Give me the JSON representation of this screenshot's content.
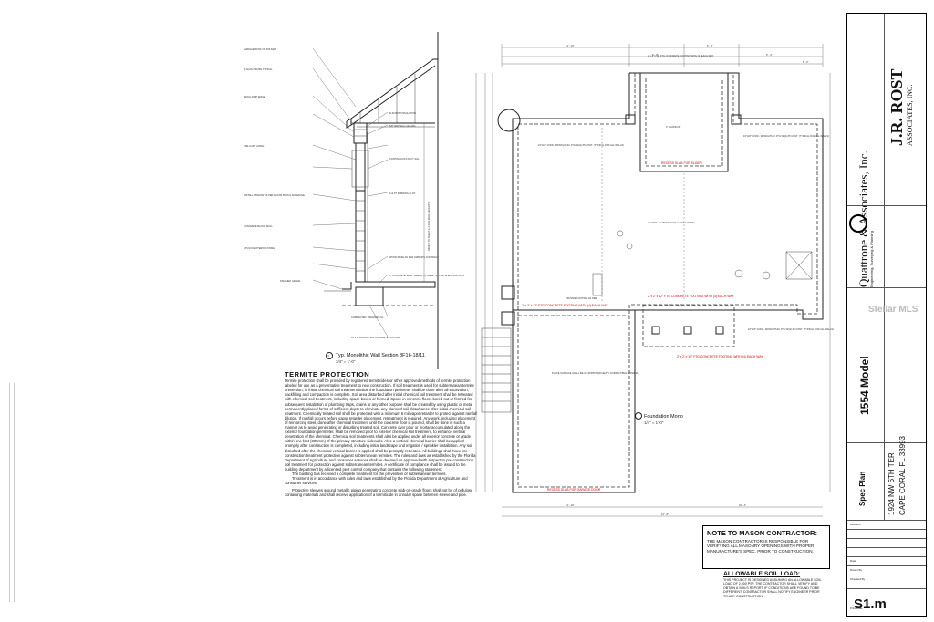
{
  "wall_section": {
    "title": "Typ. Monolithic Wall Section 8F16-18/11",
    "scale": "3/4\" = 1'-0\"",
    "number": "2",
    "notes_left": [
      "SHINGLE ROOF ON 30# FELT",
      "@ EACH TRUSS TYPICAL",
      "METAL DRIP EDGE",
      "PRE-CAST LINTEL",
      "INSTALL WINDOW AS PER FLOOR PLAN & SCHEDULE",
      "CONCRETE BLOCK WALL",
      "STUCCO EXTERIOR FINISH",
      "FINISHED GRADE"
    ],
    "notes_right": [
      "R-30 BATT INSULATION",
      "5/8\" DRYWALL CEILING",
      "CONTINUOUS 1X2 FT SILL",
      "1x2 PT FURRING @ 16\"",
      "WOOD BASE AS PER OWNER'S CONTRACT",
      "4\" CONCRETE SLAB - REFER TO SHEET S1 FOR SPECIFICATIONS",
      "COMPACTED, TREATED FILL",
      "16\"x 8\" MONOLITHIC CONCRETE FOOTING"
    ],
    "vertical_label": "REFER TO SHEET A-1 FOR WALL HEIGHTS"
  },
  "foundation_plan": {
    "title": "Foundation Mono",
    "scale": "1/4\" = 1'-0\"",
    "number": "1",
    "dims_top": [
      "21' - 10\"",
      "9' - 8\"",
      "6' - 0\"",
      "9' - 4\"",
      "8' - 0\""
    ],
    "dims_bottom": [
      "21' - 10\"",
      "12' - 8\"",
      "22' - 4\""
    ],
    "notes": [
      "16\"x18\" CONC. MONOLITHIC FTG W/(2) #5 CONT. (TYPICAL FOR ALL WALLS)",
      "2' x 2' x 12\" FTG CONCRETE FOOTING WITH (4) EACH WAY",
      "4\" CONC. SLAB W/6x6 W1.4 x W1.4 W.W.M.",
      "RECESS SLAB FOR GARAGE DOOR",
      "PLACE SURFACE SHALL BE OF APPROVED HEAVY COMPACTIBLE MATERIAL",
      "4\" SLOPE DN",
      "PROVIDE FOOTING AS PER"
    ],
    "red_notes": [
      "RECESS SLAB FOR SLIDER",
      "RECESS SLAB FOR GARAGE DOOR"
    ]
  },
  "termite": {
    "heading": "TERMITE     PROTECTION",
    "paragraphs": [
      "Termite protection shall be provided by registered termiticides or other approved methods of termite protection labeled for use as a preventative treatment to new construction. If soil treatment is used for subterranean termite prevention, in initial chemical soil treatment inside the foundation perimeter shall be done after all excavation, backfilling and compaction is complete. Soil area disturbed after initial chemical soil treatment shall be retreated with chemical soil treatment, including space boxes or formed. Space in concrete floors bored out or formed for subsequent installation of plumbing traps, drains or any other purpose shall be created by using plastic or metal permanently placed forms of sufficient depth to eliminate any planned soil disturbance after initial chemical soil treatment. Chemically treated soil shall be protected with a minimum 6 mil vapor retarder to protect against rainfall dilution. If rainfall occurs before vapor retarder placement, retreatment is required. Any work, including placement of reinforcing steel, done after chemical treatment until the concrete floor is poured, shall be done in such a manner as to avoid penetrating or disturbing treated soil. Concrete over pour or mortar accumulated along the exterior foundation perimeter, shall be removed prior to exterior chemical soil treatment, to enhance vertical penetration of the chemical. Chemical soil treatments shall also be applied under all exterior concrete or grade within one foot (305mm) of the primary structure sidewalls. Also a vertical chemical barrier shall be applied promptly after construction is completed, including initial landscape and irrigation / sprinkler installation. Any soil disturbed after the chemical vertical barrier is applied shall be promptly retreated. All buildings shall have pre-construction treatment protection against subterranean termites. The rules and laws as established by the Florida Department of Agriculture and consumer services shall be deemed as approved with respect to pre-construction soil treatment for protection against subterranean termites. A certificate of compliance shall be issued to the building department by a licensed pest control company that contains the following statement:",
      "The building has received a complete treatment for the prevention of subterranean termites.",
      "Treatment is in accordance with rules and laws established by the Florida Department of Agriculture and consumer services.",
      "Protective sleeves around metallic piping penetrating concrete slab-on-grade floors shall not be of cellulose containing materials and shall receive application of a termiticide in annular space between sleeve and pipe."
    ]
  },
  "mason_note": {
    "title": "NOTE TO MASON CONTRACTOR:",
    "body": "THE MASON CONTRACTOR IS RESPONSIBLE FOR VERIFYING ALL MASONRY OPENINGS WITH PROPER MANUFACTURE'S SPEC. PRIOR TO CONSTRUCTION."
  },
  "soil_load": {
    "title": "ALLOWABLE SOIL LOAD:",
    "body": "THIS PROJECT IS DESIGNED ASSUMING AN ALLOWABLE SOIL LOAD OF 2,000 PSF. THE CONTRACTOR SHALL VERIFY AND OBTAIN A SOILS REPORT. IF CONDITIONS ARE FOUND TO BE DIFFERENT, CONTRACTOR SHALL NOTIFY ENGINEER PRIOR TO ANY CONSTRUCTION."
  },
  "title_block": {
    "firm": "Quattrone & Associates, Inc.",
    "firm_sub": "Engineering, Surveying & Planning",
    "architect": "J.R. ROST",
    "architect_sub": "ASSOCIATES, INC.",
    "model": "1554 Model",
    "sheet_title": "Spec Plan",
    "address_line1": "1924 NW 6TH TER",
    "address_line2": "CAPE CORAL FL 33993",
    "sheet_number": "S1.m",
    "rows": [
      "Revision",
      "Date",
      "Drawn By",
      "Checked By",
      "Print Date"
    ]
  },
  "watermark": "Stellar MLS"
}
